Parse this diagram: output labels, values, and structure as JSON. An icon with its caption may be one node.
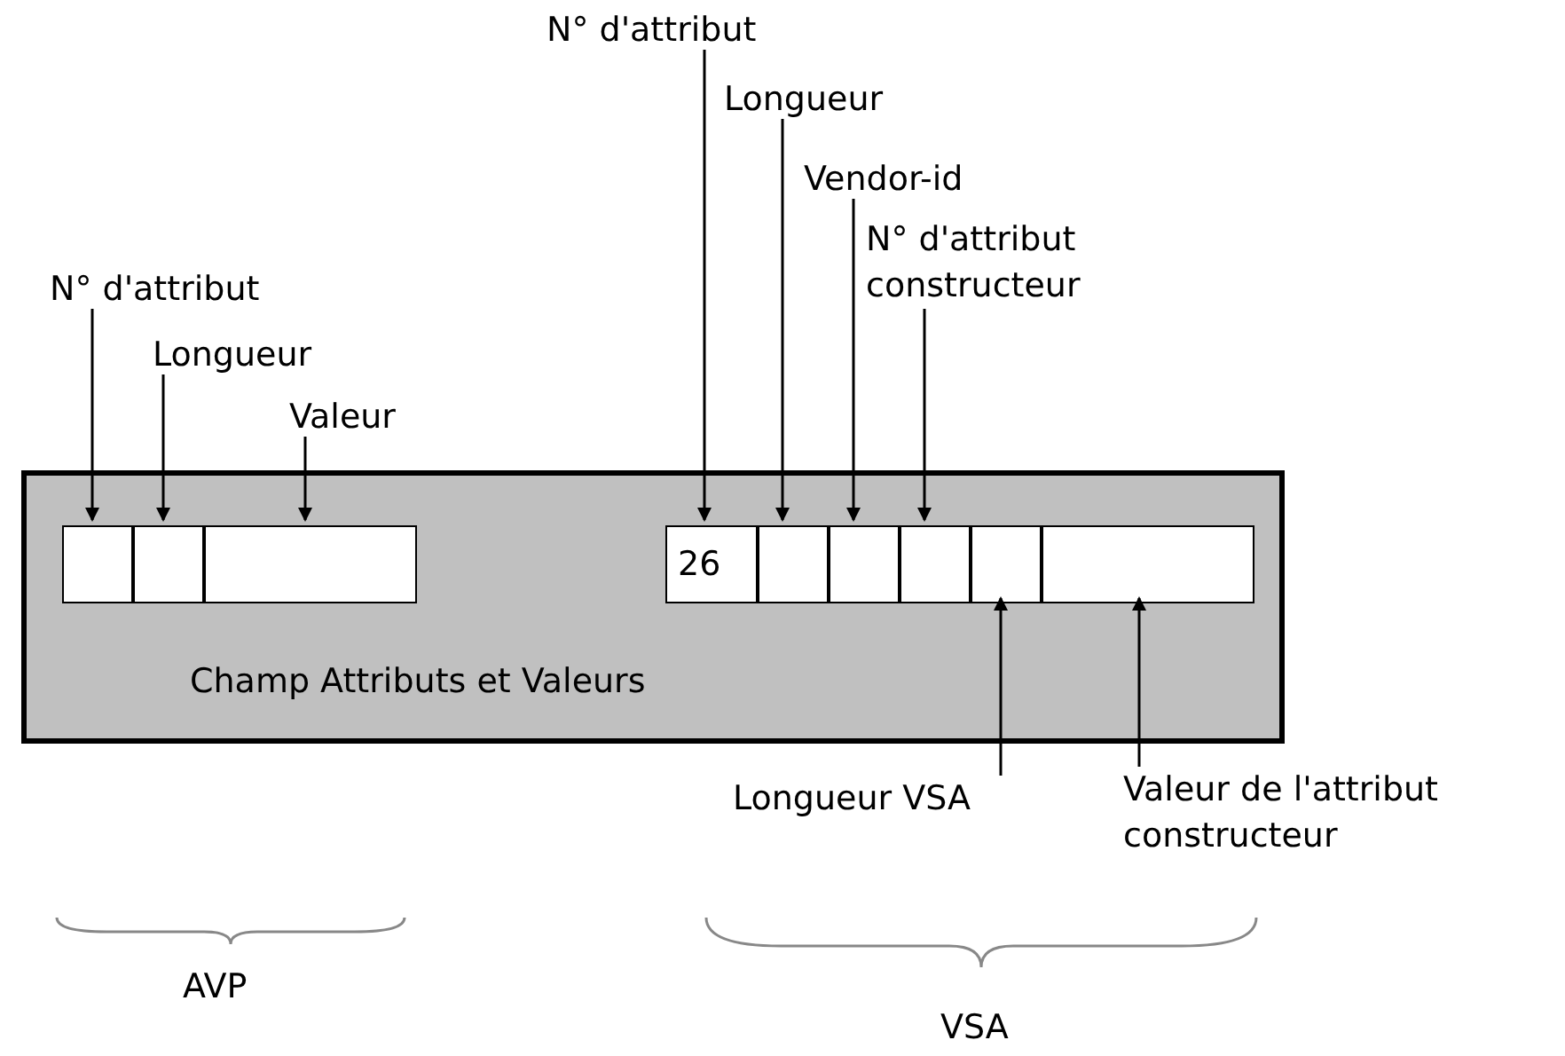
{
  "diagram": {
    "nodes": [
      {
        "text": [
          "Champ Attributs et Valeurs"
        ]
      },
      {
        "text": [],
        "shape": "box",
        "in": 0
      },
      {
        "text": [],
        "shape": "box",
        "in": 0
      },
      {
        "text": [],
        "shape": "box",
        "in": 0
      },
      {
        "text": [
          "26"
        ],
        "in": 0
      },
      {
        "text": [],
        "shape": "box",
        "in": 0
      },
      {
        "text": [],
        "shape": "box",
        "in": 0
      },
      {
        "text": [],
        "shape": "box",
        "in": 0
      },
      {
        "text": [],
        "shape": "box",
        "in": 0
      },
      {
        "text": [],
        "shape": "box",
        "in": 0
      },
      {
        "text": [
          "N° d'attribut"
        ]
      },
      {
        "text": [
          "Longueur"
        ]
      },
      {
        "text": [
          "Valeur"
        ]
      },
      {
        "text": [
          "N° d'attribut"
        ]
      },
      {
        "text": [
          "Longueur"
        ]
      },
      {
        "text": [
          "Vendor-id"
        ]
      },
      {
        "text": [
          "N° d'attribut constructeur"
        ]
      },
      {
        "text": [
          "Longueur VSA"
        ]
      },
      {
        "text": [
          "Valeur de l'attribut constructeur"
        ]
      }
    ],
    "edges": [
      {
        "from": 10,
        "to": 1,
        "arrow": "to"
      },
      {
        "from": 11,
        "to": 2,
        "arrow": "to"
      },
      {
        "from": 12,
        "to": 3,
        "arrow": "to"
      },
      {
        "from": 13,
        "to": 4,
        "arrow": "to"
      },
      {
        "from": 14,
        "to": 5,
        "arrow": "to"
      },
      {
        "from": 15,
        "to": 6,
        "arrow": "to"
      },
      {
        "from": 16,
        "to": 7,
        "arrow": "to"
      },
      {
        "from": 17,
        "to": 8,
        "arrow": "to"
      },
      {
        "from": 18,
        "to": 9,
        "arrow": "to"
      }
    ],
    "labels": [
      "AVP",
      "VSA"
    ]
  }
}
